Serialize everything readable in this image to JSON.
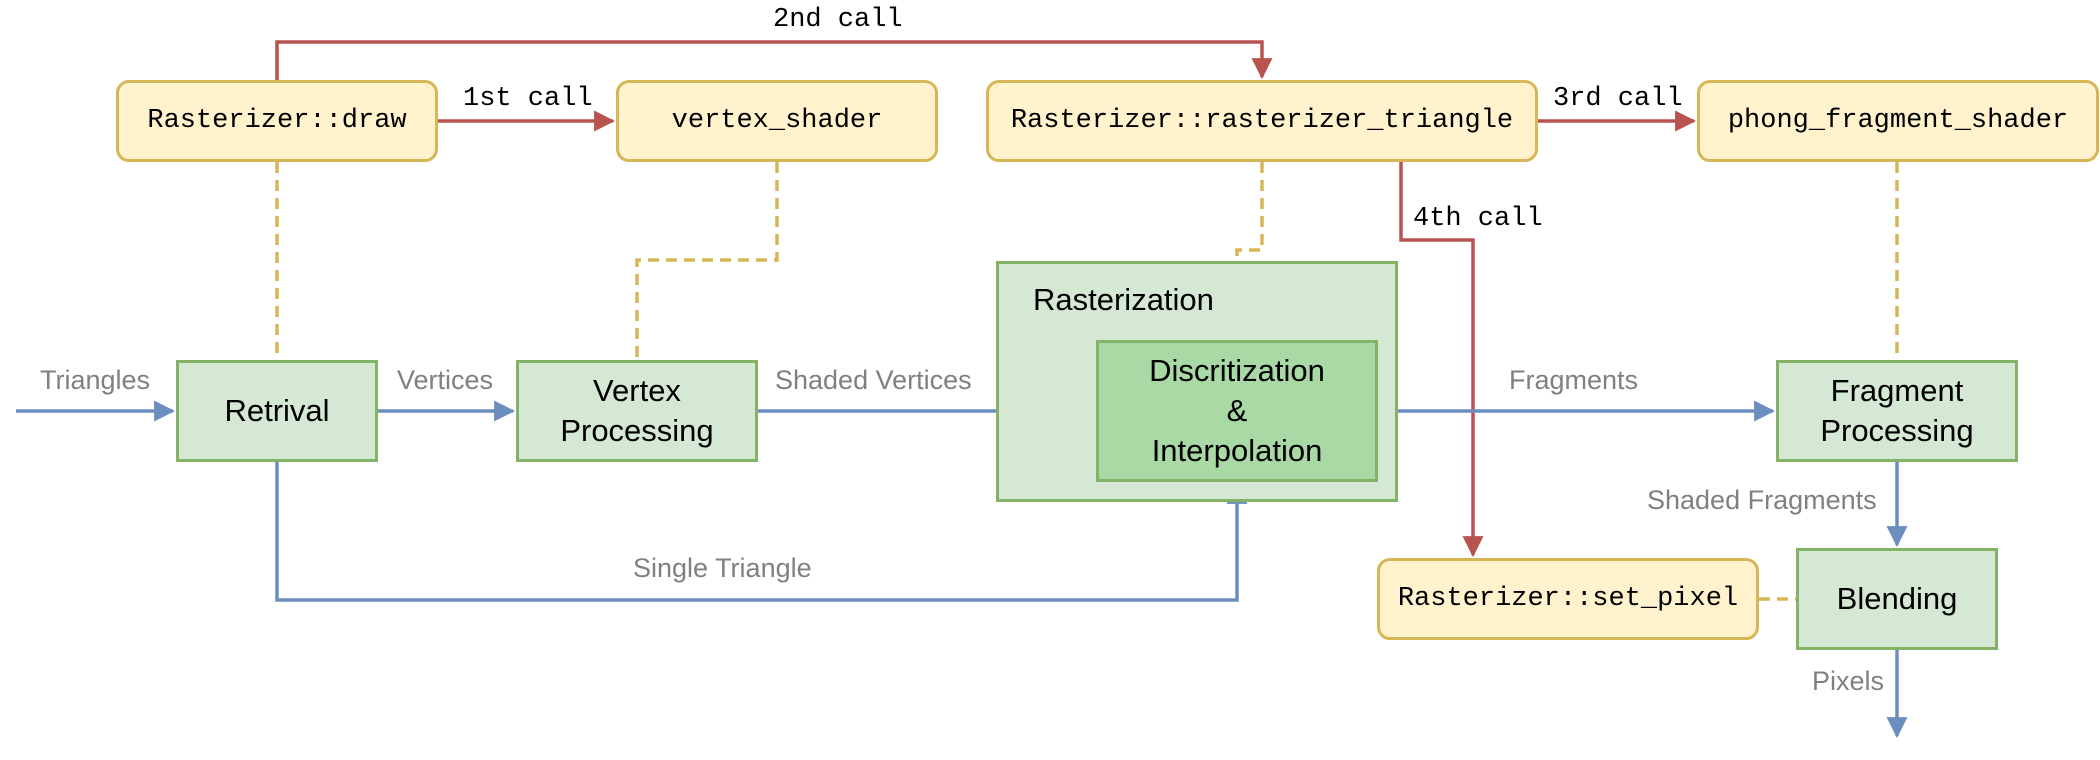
{
  "functions": {
    "draw": "Rasterizer::draw",
    "vertex_shader": "vertex_shader",
    "rasterizer_triangle": "Rasterizer::rasterizer_triangle",
    "phong": "phong_fragment_shader",
    "set_pixel": "Rasterizer::set_pixel"
  },
  "stages": {
    "retrival": [
      "Retrival"
    ],
    "vertex": [
      "Vertex",
      "Processing"
    ],
    "discretization": [
      "Discritization",
      "&",
      "Interpolation"
    ],
    "fragment": [
      "Fragment",
      "Processing"
    ],
    "blending": [
      "Blending"
    ]
  },
  "group": {
    "title": "Rasterization"
  },
  "flow_labels": {
    "triangles": "Triangles",
    "vertices": "Vertices",
    "shaded_vertices": "Shaded Vertices",
    "fragments": "Fragments",
    "shaded_fragments": "Shaded Fragments",
    "single_triangle": "Single Triangle",
    "pixels": "Pixels"
  },
  "calls": {
    "first": "1st call",
    "second": "2nd call",
    "third": "3rd call",
    "fourth": "4th call"
  },
  "colors": {
    "call_edge": "#b85450",
    "flow_edge": "#6c8ebf",
    "link_edge": "#d6b656",
    "function_fill": "#fff2cc",
    "stage_fill": "#d5e8d4",
    "stage_border": "#82b366",
    "label_gray": "#808080"
  }
}
